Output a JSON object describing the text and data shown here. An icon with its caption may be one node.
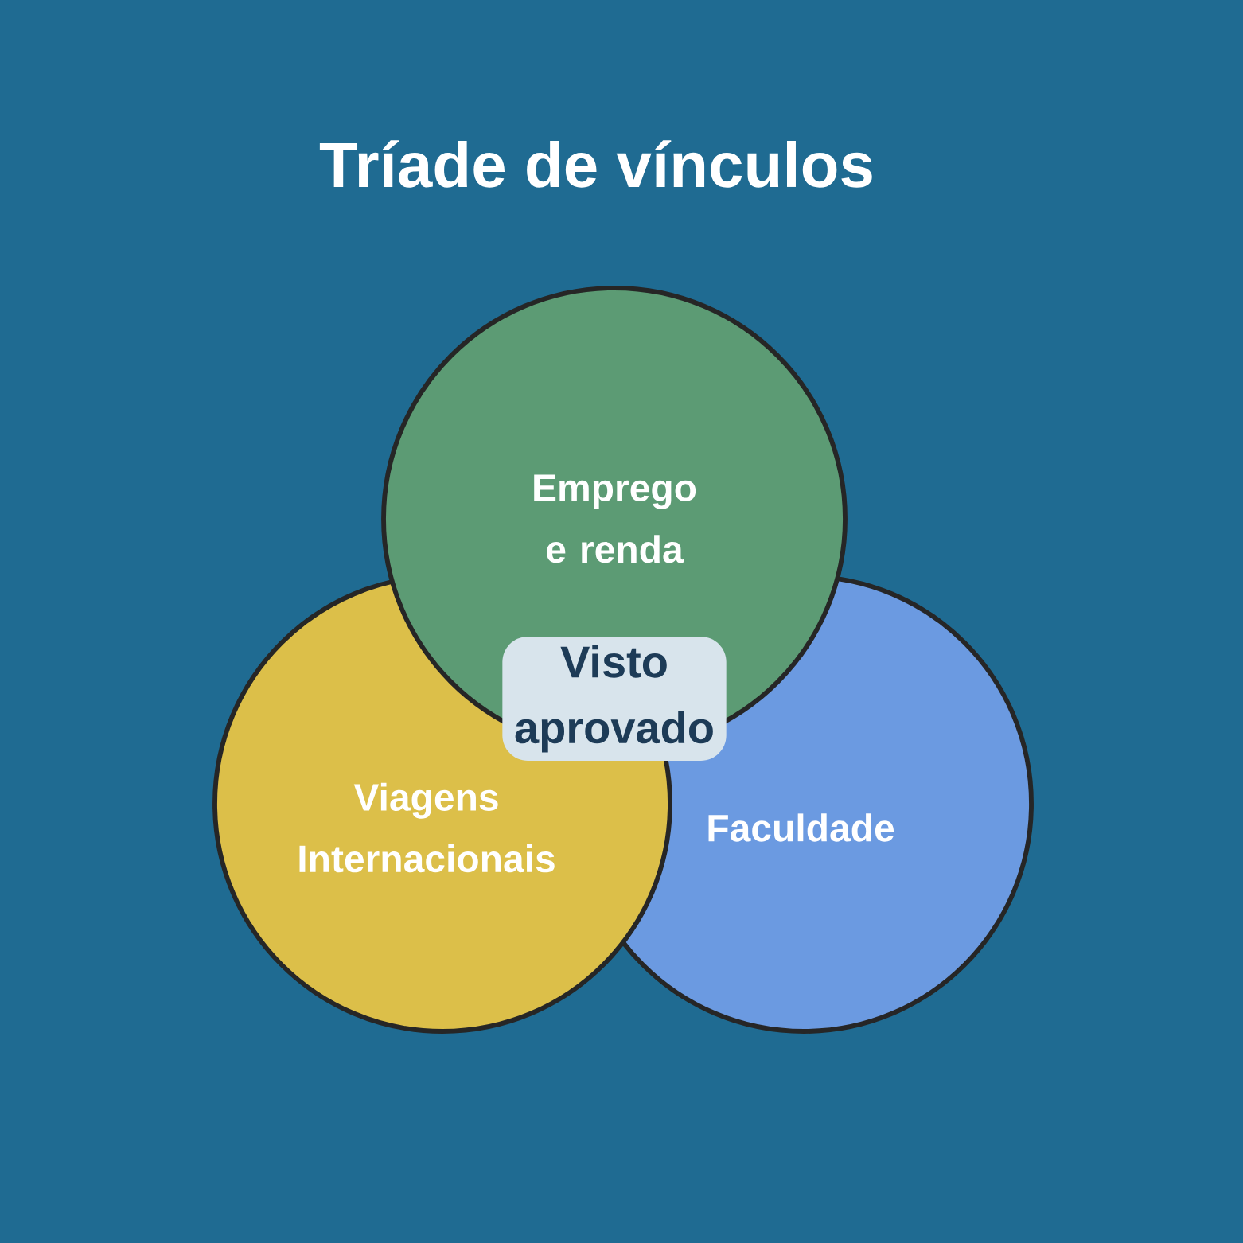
{
  "diagram": {
    "title": "Tríade de vínculos",
    "nodes": [
      {
        "text": [
          "Emprego e renda"
        ]
      },
      {
        "text": [
          "Visto aprovado"
        ]
      },
      {
        "text": [
          "Viagens Internacionais"
        ]
      },
      {
        "text": [
          "Faculdade"
        ]
      }
    ]
  }
}
